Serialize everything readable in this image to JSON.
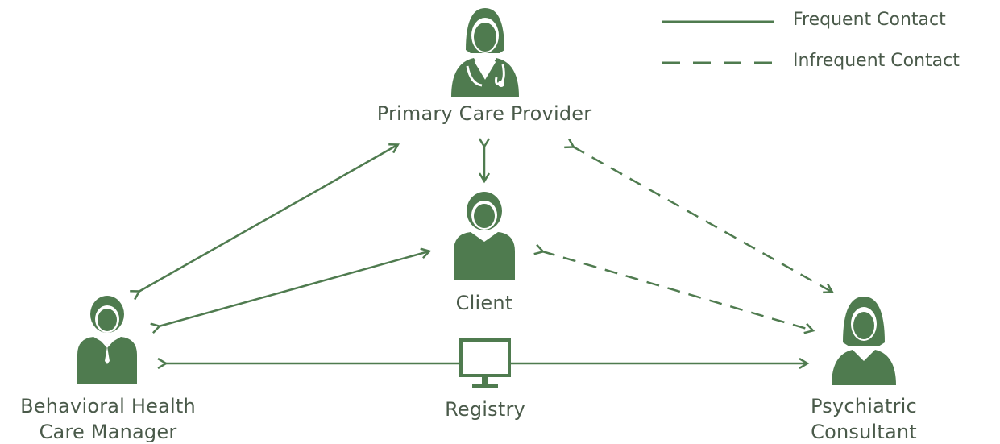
{
  "legend": {
    "frequent": "Frequent Contact",
    "infrequent": "Infrequent Contact"
  },
  "nodes": {
    "primary_care": "Primary Care Provider",
    "client": "Client",
    "care_manager_line1": "Behavioral Health",
    "care_manager_line2": "Care Manager",
    "registry": "Registry",
    "psychiatric_line1": "Psychiatric",
    "psychiatric_line2": "Consultant"
  },
  "colors": {
    "icon_green": "#4f7b4f",
    "text": "#4a5a4a"
  },
  "icons": [
    "doctor-icon",
    "client-person-icon",
    "male-manager-icon",
    "computer-monitor-icon",
    "female-consultant-icon"
  ]
}
